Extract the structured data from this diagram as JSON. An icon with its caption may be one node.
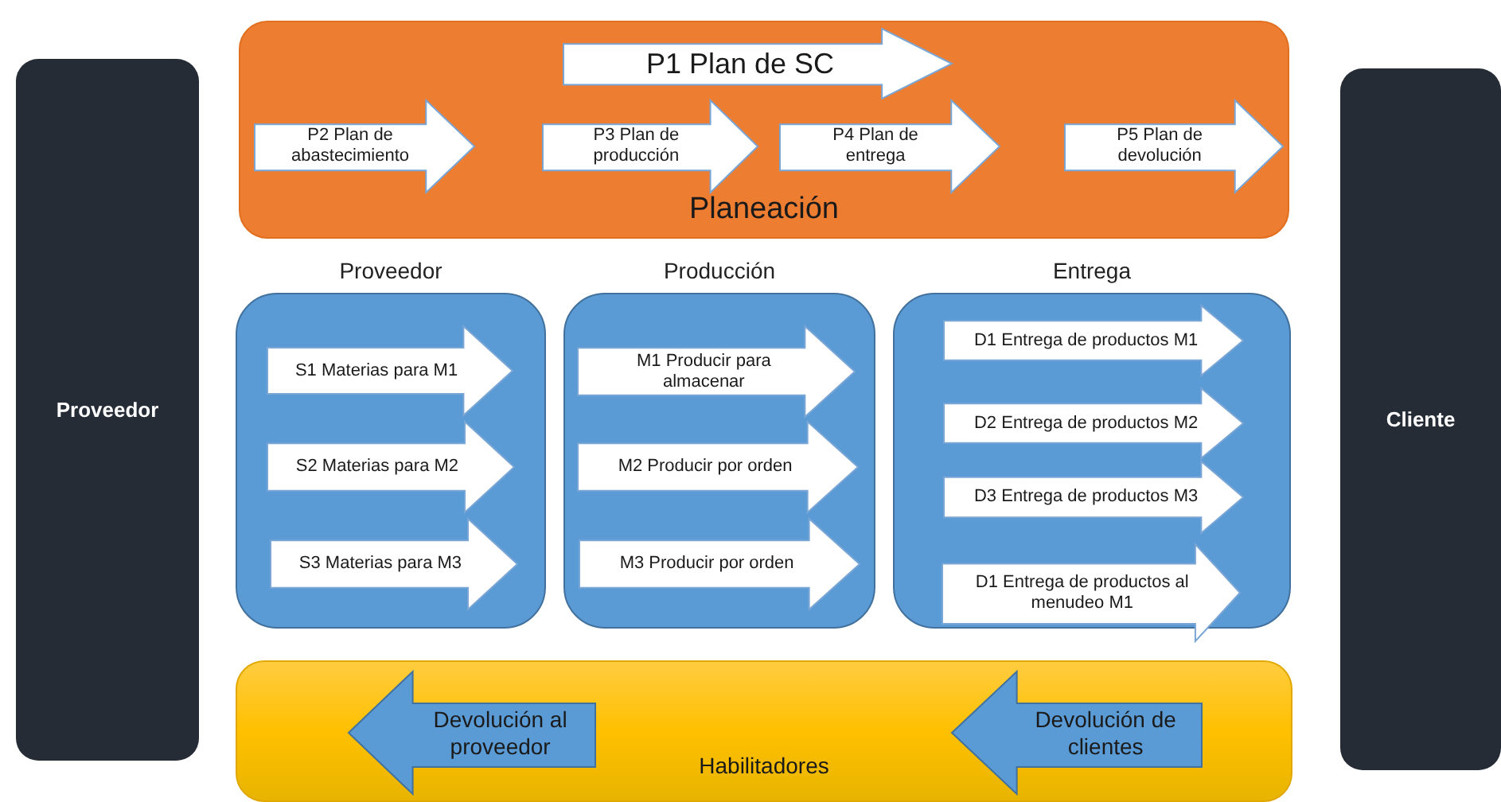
{
  "diagram": {
    "nodes": [
      {
        "text": [
          "Proveedor"
        ]
      },
      {
        "text": [
          "Planeación"
        ]
      },
      {
        "text": [
          "P1 Plan de SC"
        ],
        "in": 1
      },
      {
        "text": [
          "P2 Plan de abastecimiento"
        ],
        "in": 1
      },
      {
        "text": [
          "P3 Plan de producción"
        ],
        "in": 1
      },
      {
        "text": [
          "P4 Plan de entrega"
        ],
        "in": 1
      },
      {
        "text": [
          "P5 Plan de devolución"
        ],
        "in": 1
      },
      {
        "text": [
          "Proveedor"
        ]
      },
      {
        "text": [
          "S1 Materias para M1"
        ],
        "in": 7
      },
      {
        "text": [
          "S2 Materias para M2"
        ],
        "in": 7
      },
      {
        "text": [
          "S3 Materias para M3"
        ],
        "in": 7
      },
      {
        "text": [
          "Producción"
        ]
      },
      {
        "text": [
          "M1 Producir para almacenar"
        ],
        "in": 11
      },
      {
        "text": [
          "M2 Producir por orden"
        ],
        "in": 11
      },
      {
        "text": [
          "M3 Producir por orden"
        ],
        "in": 11
      },
      {
        "text": [
          "Entrega"
        ]
      },
      {
        "text": [
          "D1 Entrega de productos M1"
        ],
        "in": 15
      },
      {
        "text": [
          "D2 Entrega de productos M2"
        ],
        "in": 15
      },
      {
        "text": [
          "D3 Entrega de productos M3"
        ],
        "in": 15
      },
      {
        "text": [
          "D1 Entrega de productos al menudeo M1"
        ],
        "in": 15
      },
      {
        "text": [
          "Habilitadores"
        ]
      },
      {
        "text": [
          "Devolución al proveedor"
        ],
        "in": 20
      },
      {
        "text": [
          "Devolución de clientes"
        ],
        "in": 20
      },
      {
        "text": [
          "Cliente"
        ]
      }
    ]
  }
}
